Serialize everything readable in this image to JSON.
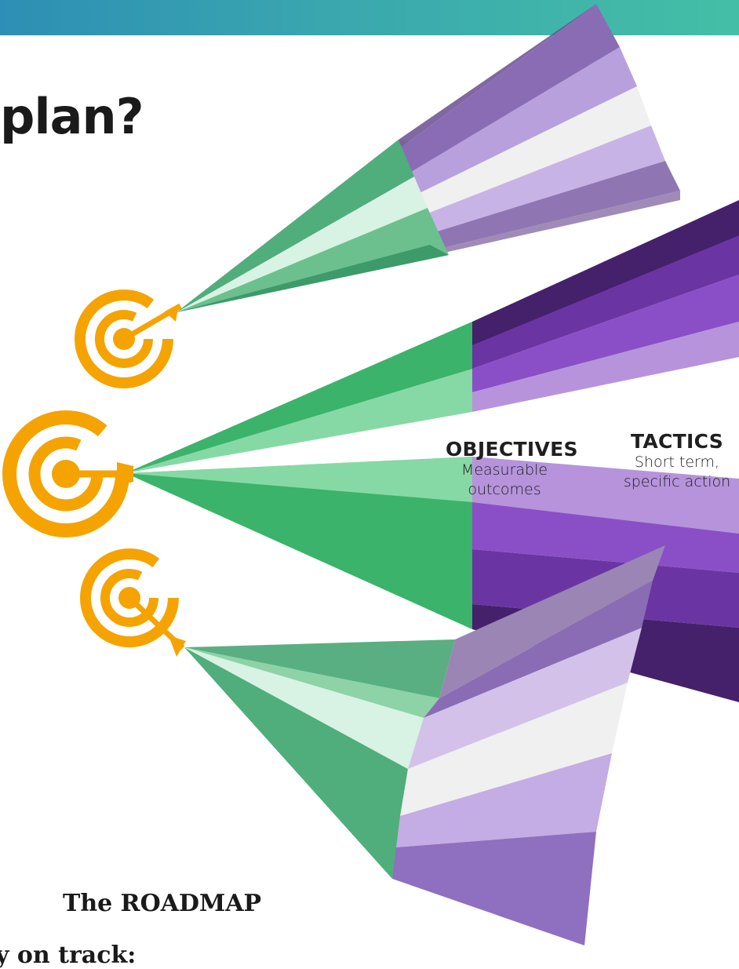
{
  "slide": {
    "heading_fragment": "plan?",
    "roadmap_label": "The ROADMAP",
    "bottom_fragment": "y on track:"
  },
  "objectives": {
    "title": "OBJECTIVES",
    "line1": "Measurable",
    "line2": "outcomes"
  },
  "tactics": {
    "title": "TACTICS",
    "line1": "Short term,",
    "line2": "specific action"
  },
  "icons": [
    "target-icon",
    "target-icon",
    "target-icon"
  ],
  "colors": {
    "band_start": "#2d8fb5",
    "band_end": "#44bfa6",
    "target_orange": "#f5a300",
    "green_dark": "#3bb36a",
    "green_light": "#86d9a4",
    "purple_dark": "#45206b",
    "purple_mid": "#8a4fc6",
    "purple_light": "#b793dc"
  }
}
